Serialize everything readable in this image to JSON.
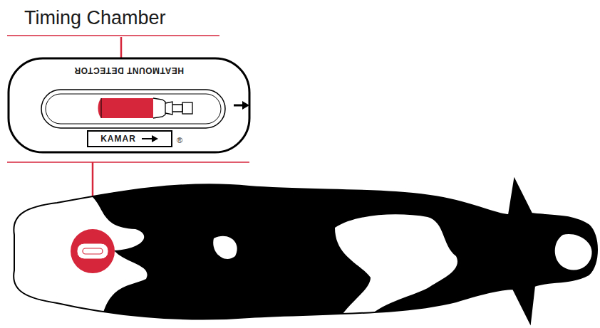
{
  "diagram": {
    "nodes": [
      {
        "text": [
          "HEATMOUNT DETECTOR"
        ]
      },
      {
        "text": [
          "KAMAR"
        ],
        "in": 0
      }
    ],
    "labels": [
      "Timing Chamber",
      "®"
    ]
  }
}
